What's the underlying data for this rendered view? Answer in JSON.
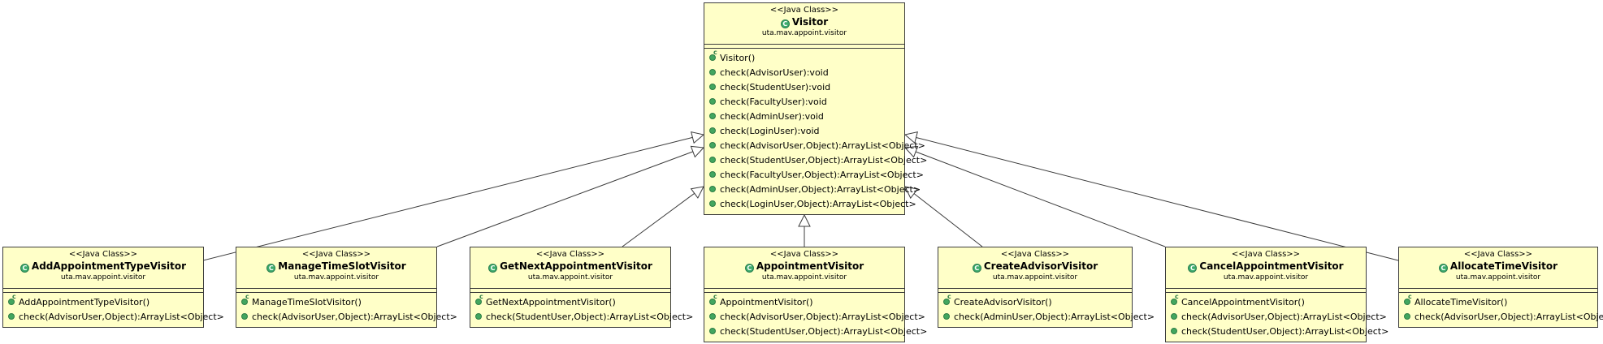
{
  "visitor": {
    "stereotype": "<<Java Class>>",
    "name": "Visitor",
    "package": "uta.mav.appoint.visitor",
    "ops": [
      "Visitor()",
      "check(AdvisorUser):void",
      "check(StudentUser):void",
      "check(FacultyUser):void",
      "check(AdminUser):void",
      "check(LoginUser):void",
      "check(AdvisorUser,Object):ArrayList<Object>",
      "check(StudentUser,Object):ArrayList<Object>",
      "check(FacultyUser,Object):ArrayList<Object>",
      "check(AdminUser,Object):ArrayList<Object>",
      "check(LoginUser,Object):ArrayList<Object>"
    ]
  },
  "subclasses": [
    {
      "stereotype": "<<Java Class>>",
      "name": "AddAppointmentTypeVisitor",
      "package": "uta.mav.appoint.visitor",
      "ops": [
        "AddAppointmentTypeVisitor()",
        "check(AdvisorUser,Object):ArrayList<Object>"
      ]
    },
    {
      "stereotype": "<<Java Class>>",
      "name": "ManageTimeSlotVisitor",
      "package": "uta.mav.appoint.visitor",
      "ops": [
        "ManageTimeSlotVisitor()",
        "check(AdvisorUser,Object):ArrayList<Object>"
      ]
    },
    {
      "stereotype": "<<Java Class>>",
      "name": "GetNextAppointmentVisitor",
      "package": "uta.mav.appoint.visitor",
      "ops": [
        "GetNextAppointmentVisitor()",
        "check(StudentUser,Object):ArrayList<Object>"
      ]
    },
    {
      "stereotype": "<<Java Class>>",
      "name": "AppointmentVisitor",
      "package": "uta.mav.appoint.visitor",
      "ops": [
        "AppointmentVisitor()",
        "check(AdvisorUser,Object):ArrayList<Object>",
        "check(StudentUser,Object):ArrayList<Object>"
      ]
    },
    {
      "stereotype": "<<Java Class>>",
      "name": "CreateAdvisorVisitor",
      "package": "uta.mav.appoint.visitor",
      "ops": [
        "CreateAdvisorVisitor()",
        "check(AdminUser,Object):ArrayList<Object>"
      ]
    },
    {
      "stereotype": "<<Java Class>>",
      "name": "CancelAppointmentVisitor",
      "package": "uta.mav.appoint.visitor",
      "ops": [
        "CancelAppointmentVisitor()",
        "check(AdvisorUser,Object):ArrayList<Object>",
        "check(StudentUser,Object):ArrayList<Object>"
      ]
    },
    {
      "stereotype": "<<Java Class>>",
      "name": "AllocateTimeVisitor",
      "package": "uta.mav.appoint.visitor",
      "ops": [
        "AllocateTimeVisitor()",
        "check(AdvisorUser,Object):ArrayList<Object>"
      ]
    }
  ],
  "colors": {
    "class_fill": "#ffffc8",
    "border": "#3c3c3c",
    "icon_green": "#3cab6c"
  }
}
